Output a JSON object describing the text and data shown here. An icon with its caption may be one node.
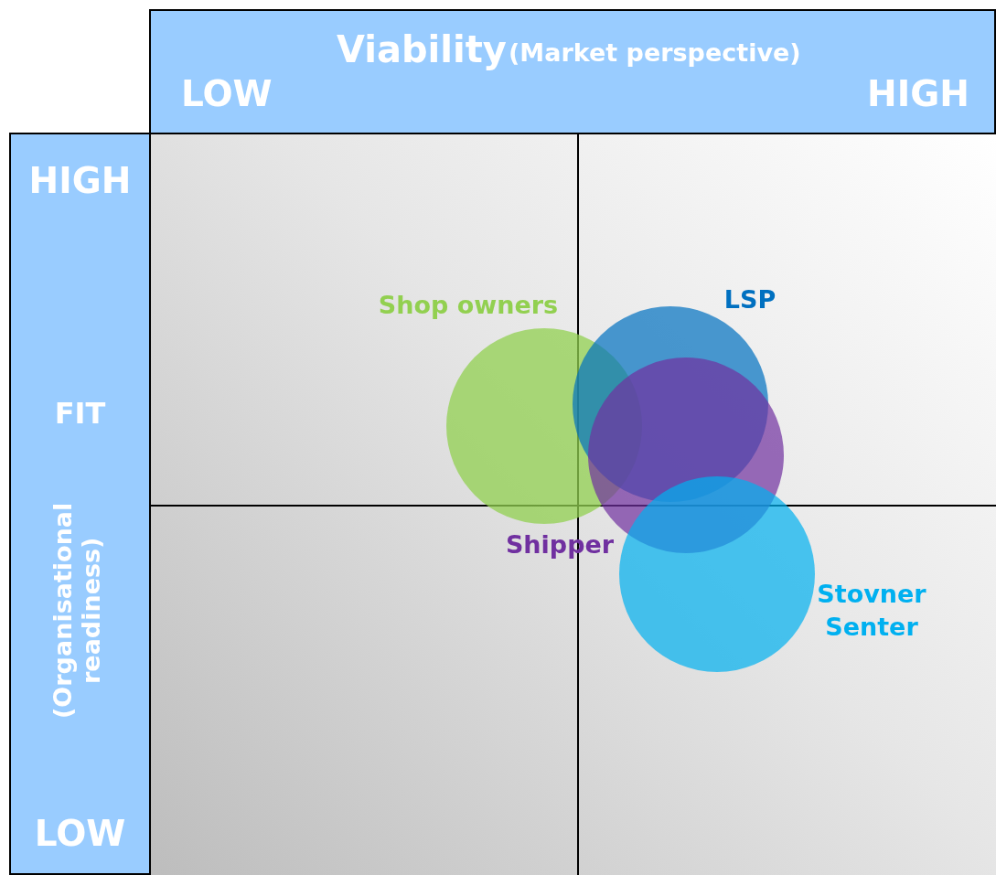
{
  "diagram": {
    "nodes": [
      {
        "text": [
          "Viability",
          "(Market perspective)",
          "LOW",
          "HIGH"
        ]
      },
      {
        "text": [
          "HIGH",
          "FIT",
          "(Organisational readiness)",
          "LOW"
        ]
      },
      {
        "text": [],
        "shape": "circle",
        "beside": [
          "Shop owners"
        ]
      },
      {
        "text": [],
        "shape": "circle",
        "beside": [
          "LSP"
        ]
      },
      {
        "text": [],
        "shape": "circle",
        "beside": [
          "Shipper"
        ]
      },
      {
        "text": [],
        "shape": "circle",
        "beside": [
          "Stovner Senter"
        ]
      }
    ],
    "edges": []
  }
}
